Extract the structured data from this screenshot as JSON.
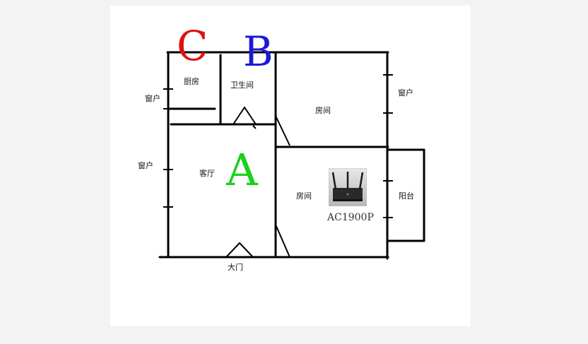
{
  "zones": {
    "a": {
      "letter": "A",
      "color": "#19d219"
    },
    "b": {
      "letter": "B",
      "color": "#1a1ad6"
    },
    "c": {
      "letter": "C",
      "color": "#e01010"
    }
  },
  "rooms": {
    "kitchen": "厨房",
    "bathroom": "卫生间",
    "living_room": "客厅",
    "bedroom_upper": "房间",
    "bedroom_lower": "房间",
    "balcony": "阳台",
    "front_door": "大门",
    "window_left_upper": "窗户",
    "window_left_lower": "窗户",
    "window_right": "窗户"
  },
  "router": {
    "model": "AC1900P",
    "icon": "router-icon"
  }
}
